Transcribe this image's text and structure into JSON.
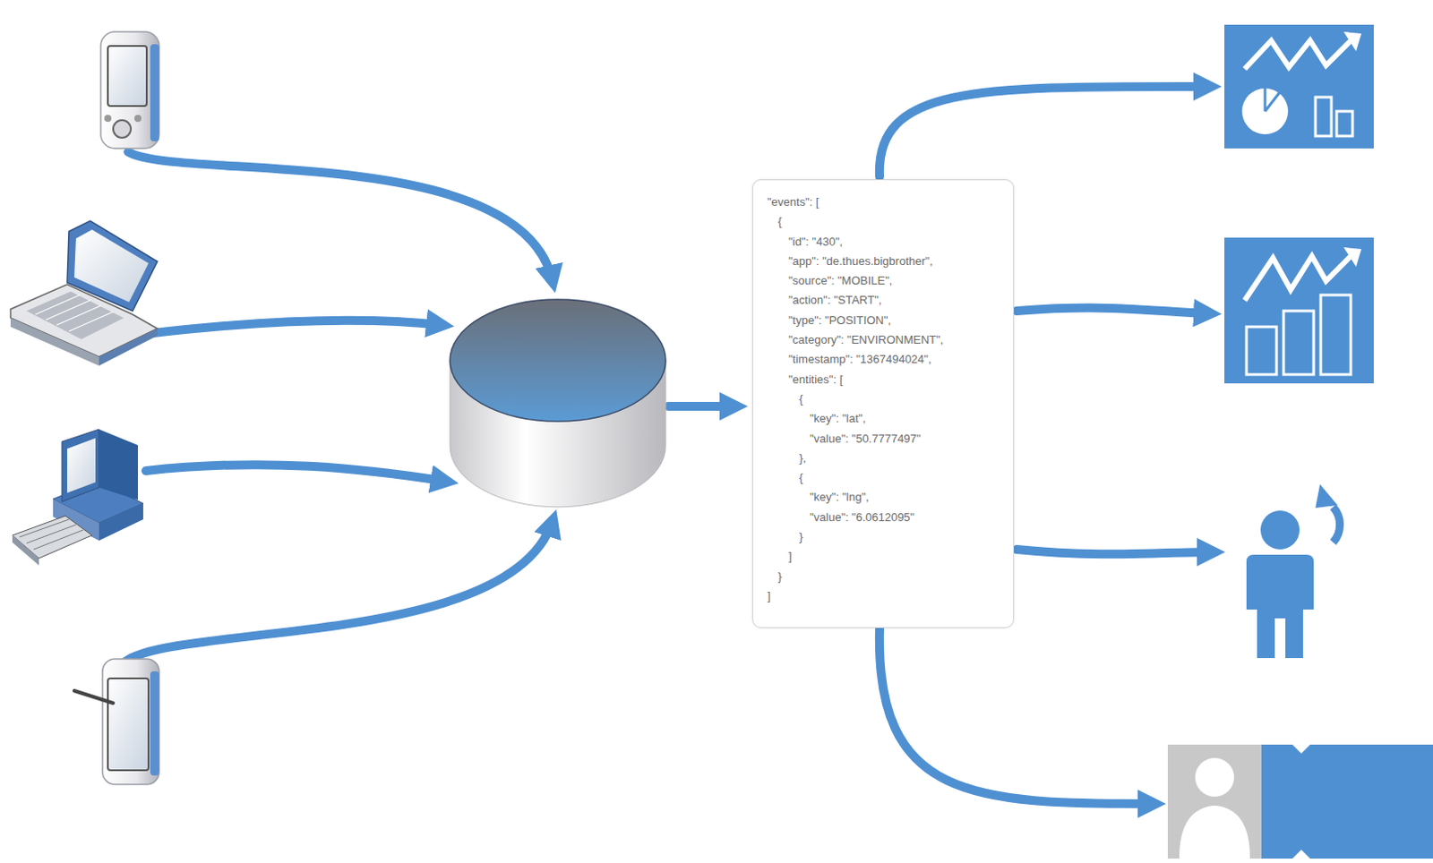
{
  "diagram": {
    "nodes": [
      {
        "text": [
          "\"events\": [",
          "{",
          "\"id\": \"430\",",
          "\"app\": \"de.thues.bigbrother\",",
          "\"source\": \"MOBILE\",",
          "\"action\": \"START\",",
          "\"type\": \"POSITION\",",
          "\"category\": \"ENVIRONMENT\",",
          "\"timestamp\": \"1367494024\",",
          "\"entities\": [",
          "{",
          "\"key\": \"lat\",",
          "\"value\": \"50.7777497\"",
          "},",
          "{",
          "\"key\": \"lng\",",
          "\"value\": \"6.0612095\"",
          "}",
          "]",
          "}",
          "]"
        ]
      }
    ]
  }
}
